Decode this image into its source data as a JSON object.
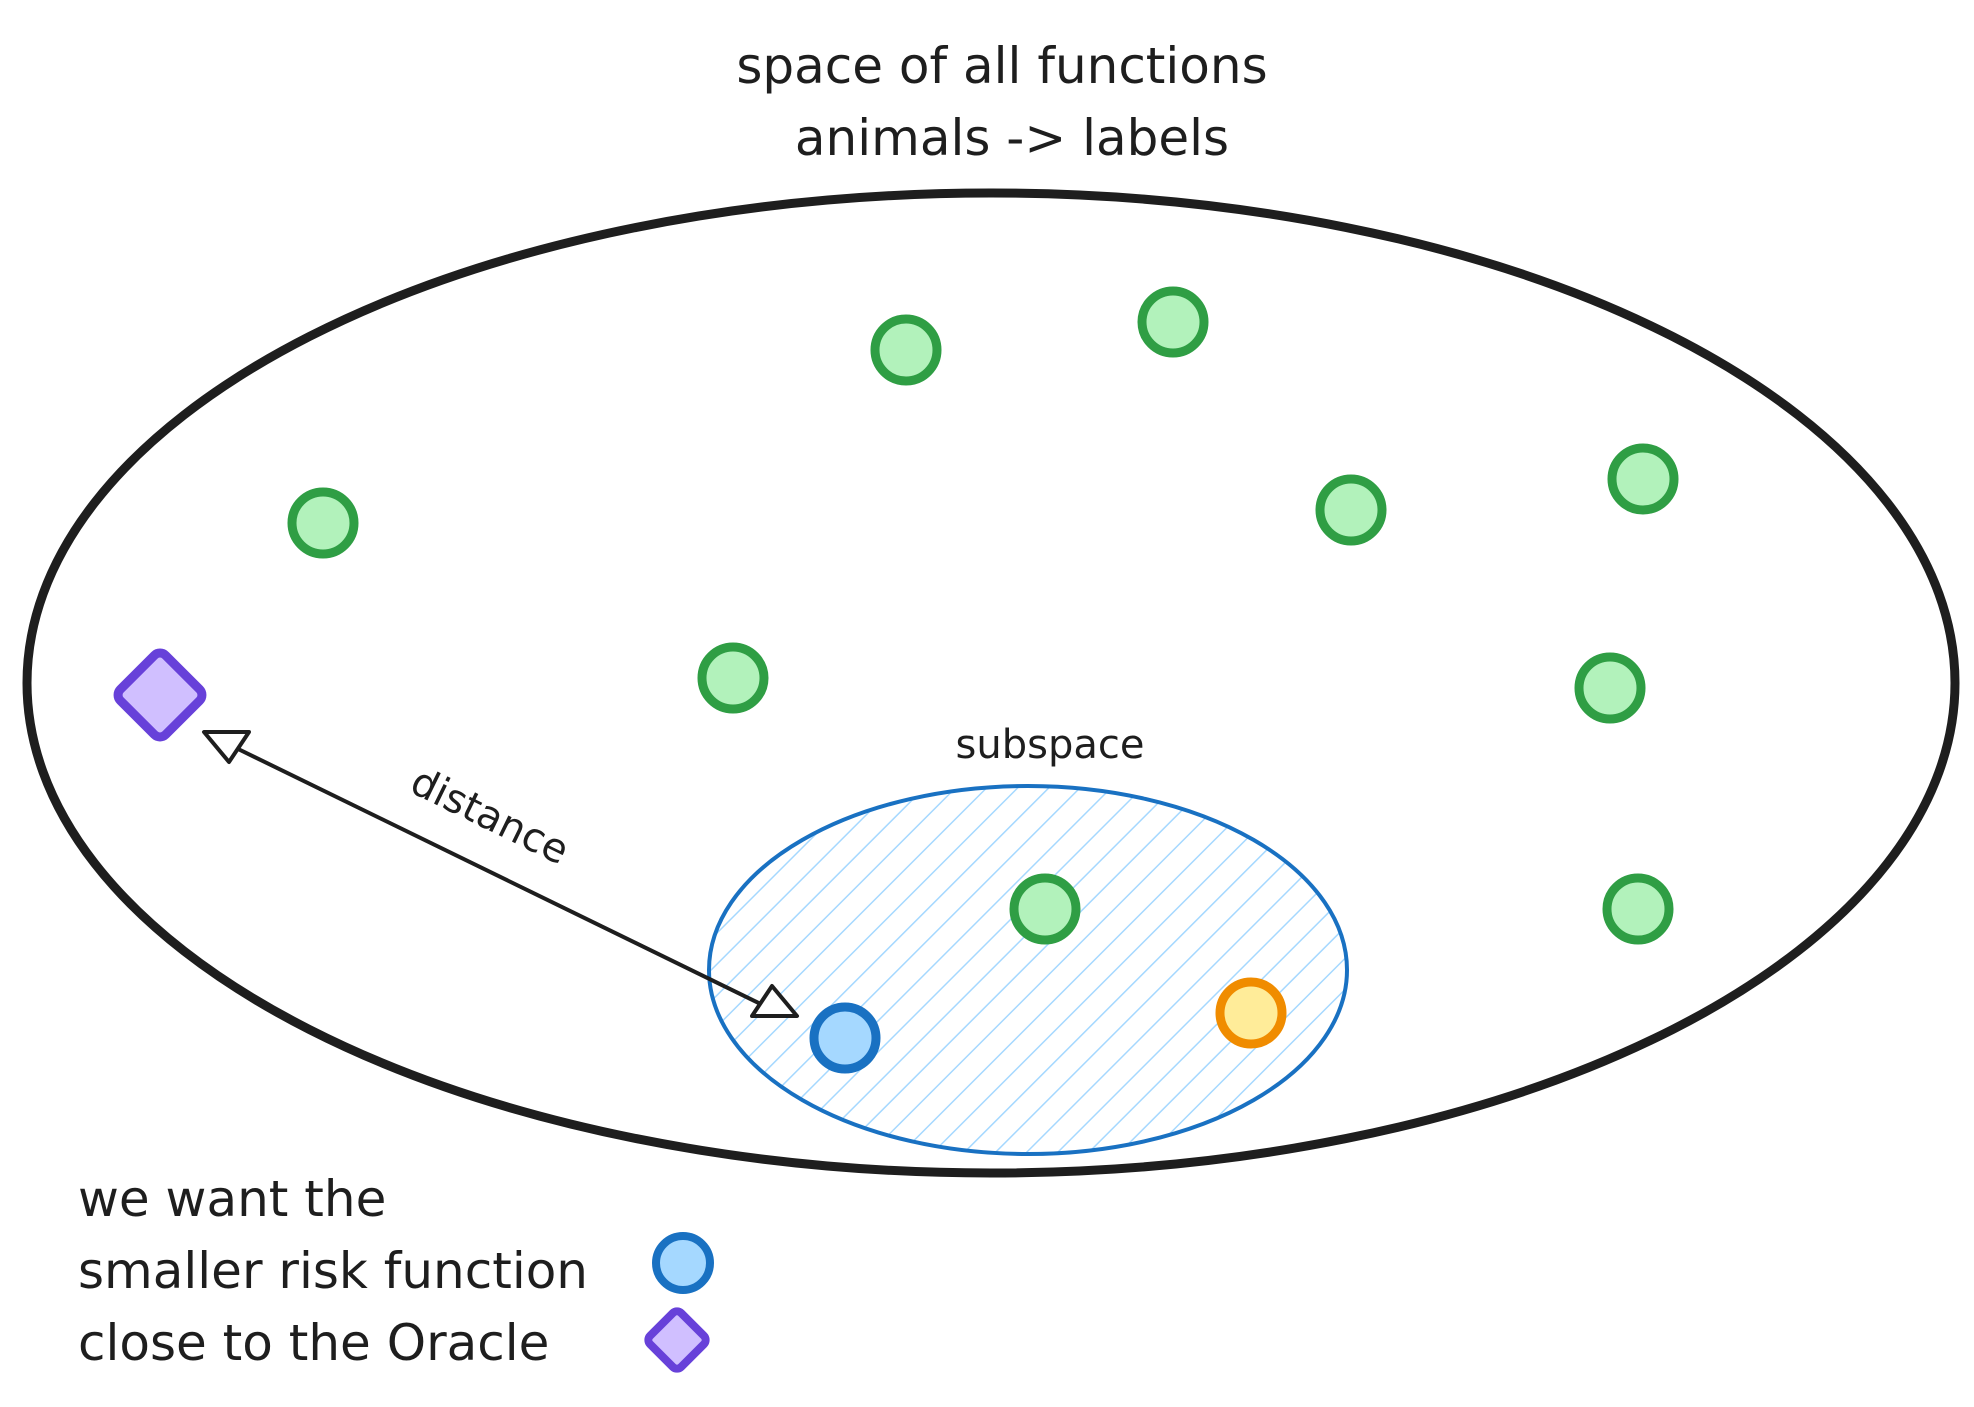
{
  "title": {
    "line1": "space of all functions",
    "line2": "animals -> labels"
  },
  "subspace_label": "subspace",
  "distance_label": "distance",
  "note": {
    "line1": "we want the",
    "line2": "smaller risk function",
    "line3": "close to the Oracle"
  },
  "colors": {
    "outline": "#1e1e1e",
    "candidate_fill": "#b2f2bb",
    "candidate_stroke": "#2f9e44",
    "best_fill": "#a5d8ff",
    "best_stroke": "#1971c2",
    "alt_fill": "#ffec99",
    "alt_stroke": "#f08c00",
    "oracle_fill": "#d0bfff",
    "oracle_stroke": "#6741d9",
    "subspace_hatch": "#a5d8ff",
    "subspace_stroke": "#1971c2"
  },
  "icons": {
    "candidate": "green-circle-icon",
    "best": "blue-circle-icon",
    "alternative": "yellow-circle-icon",
    "oracle": "purple-diamond-icon"
  }
}
